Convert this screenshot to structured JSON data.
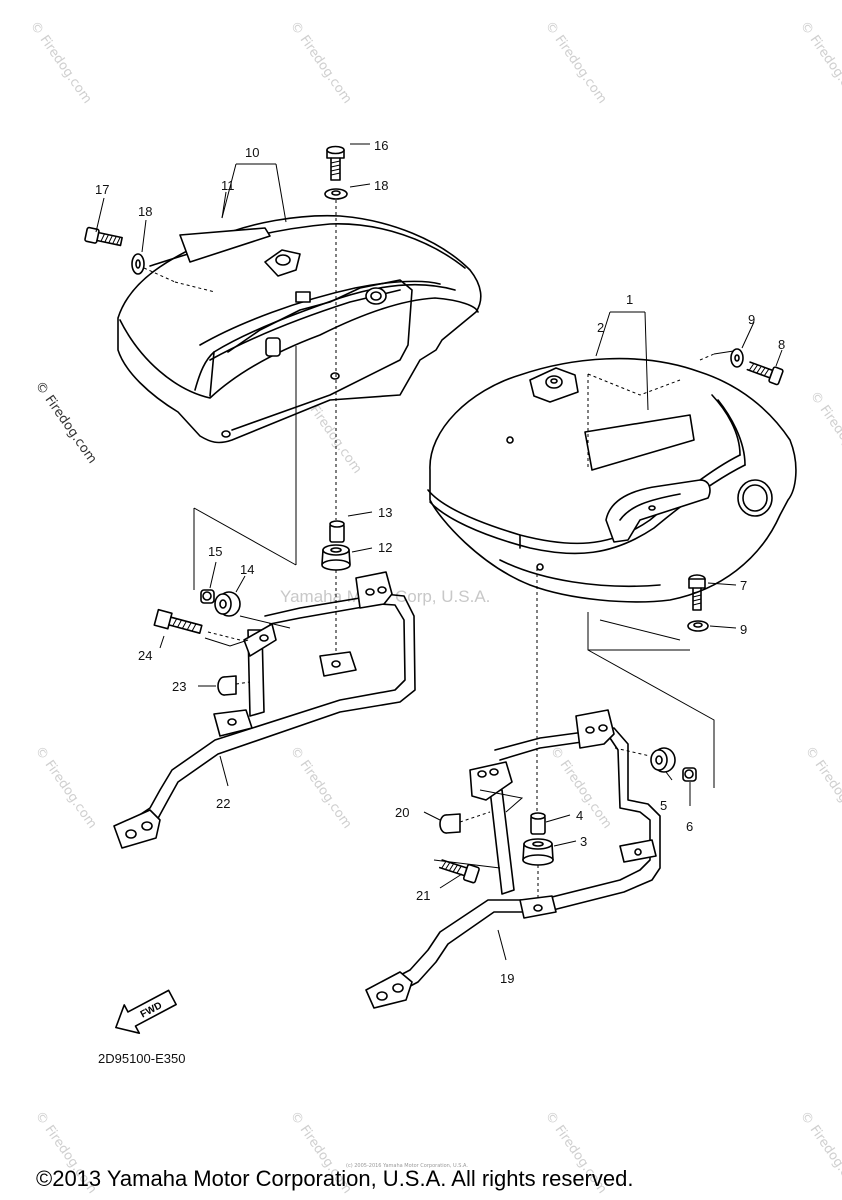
{
  "watermark": {
    "brand": "© Firedog.com",
    "center": "Yamaha Motor Corp, U.S.A."
  },
  "callouts": {
    "n1": "1",
    "n2": "2",
    "n3": "3",
    "n4": "4",
    "n5": "5",
    "n6": "6",
    "n7": "7",
    "n8": "8",
    "n9": "9",
    "n10": "10",
    "n11": "11",
    "n12": "12",
    "n13": "13",
    "n14": "14",
    "n15": "15",
    "n16": "16",
    "n17": "17",
    "n18": "18",
    "n19": "19",
    "n20": "20",
    "n21": "21",
    "n22": "22",
    "n23": "23",
    "n24": "24"
  },
  "fwd_label": "FWD",
  "diagram_code": "2D95100-E350",
  "fine_print": "(c) 2005-2016 Yamaha Motor Corporation, U.S.A.",
  "copyright": "©2013 Yamaha Motor Corporation, U.S.A. All rights reserved."
}
